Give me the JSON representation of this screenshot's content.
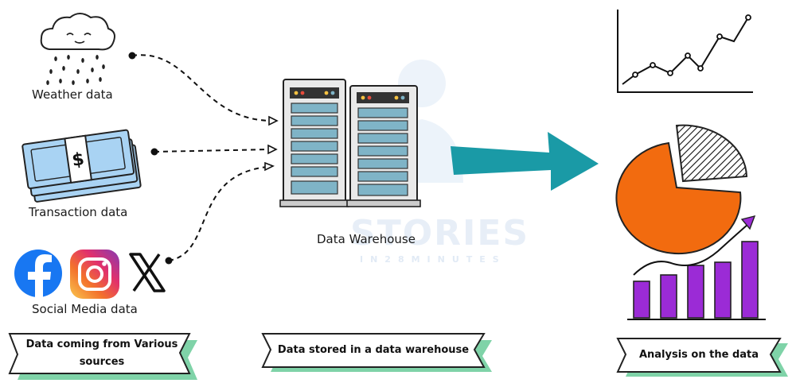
{
  "sources": {
    "weather_label": "Weather data",
    "transaction_label": "Transaction data",
    "social_label": "Social Media data",
    "banknote_symbol": "$"
  },
  "warehouse": {
    "label": "Data Warehouse"
  },
  "watermark": {
    "title": "STORIES",
    "subtitle": "IN28MINUTES"
  },
  "banners": {
    "sources": "Data coming from Various sources",
    "warehouse": "Data stored in a data warehouse",
    "analysis": "Analysis on the data"
  },
  "icons": {
    "weather": "cloud-rain-icon",
    "money": "banknote-stack-icon",
    "facebook": "facebook-icon",
    "instagram": "instagram-icon",
    "x": "x-logo-icon",
    "server": "server-rack-icon",
    "arrow": "big-teal-arrow",
    "line_chart": "line-chart-icon",
    "pie_chart": "pie-chart-icon",
    "bar_chart": "bar-chart-icon"
  },
  "colors": {
    "arrow_teal": "#1a9aa6",
    "pie_orange": "#f26b0f",
    "bar_purple": "#9b2bd6",
    "money_blue": "#a9d3f3",
    "facebook_blue": "#1877f2",
    "banner_shadow_green": "#7fd3a8",
    "server_panel": "#7fb4c7"
  }
}
